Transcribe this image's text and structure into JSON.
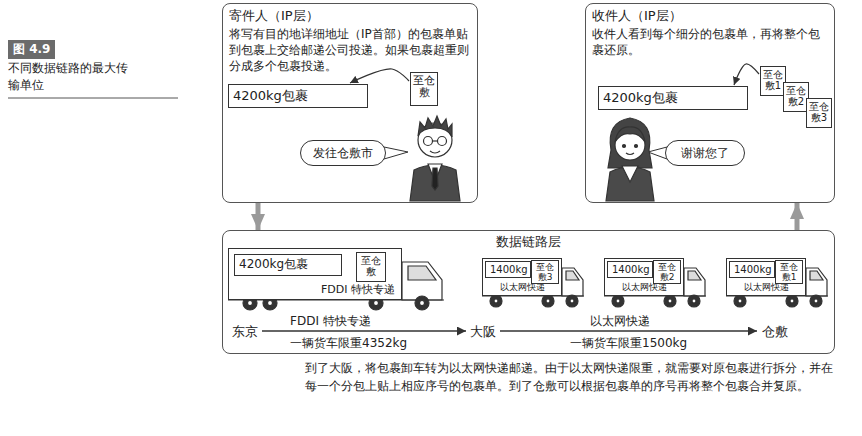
{
  "diagram": {
    "nodes": [
      {
        "text": [
          "寄件人（IP层）",
          "将写有目的地详细地址（IP首部）的包裹单贴到包裹上交给邮递公司投递。如果包裹超重则分成多个包裹投递。"
        ]
      },
      {
        "text": [
          "4200kg包裹"
        ],
        "in": 0
      },
      {
        "text": [
          "至仓敷"
        ],
        "in": 0
      },
      {
        "text": [
          "发往仓敷市"
        ],
        "in": 0
      },
      {
        "text": [
          "收件人（IP层）",
          "收件人看到每个细分的包裹单，再将整个包裹还原。"
        ]
      },
      {
        "text": [
          "4200kg包裹"
        ],
        "in": 4
      },
      {
        "text": [
          "至仓敷1"
        ],
        "in": 4
      },
      {
        "text": [
          "至仓敷2"
        ],
        "in": 4
      },
      {
        "text": [
          "至仓敷3"
        ],
        "in": 4
      },
      {
        "text": [
          "谢谢您了"
        ],
        "in": 4
      },
      {
        "text": [
          "数据链路层"
        ]
      },
      {
        "text": [
          "FDDI 特快专递"
        ],
        "in": 10
      },
      {
        "text": [
          "4200kg包裹"
        ],
        "in": 11
      },
      {
        "text": [
          "至仓敷"
        ],
        "in": 11
      },
      {
        "text": [
          "以太网快递"
        ],
        "in": 10
      },
      {
        "text": [
          "1400kg"
        ],
        "in": 14
      },
      {
        "text": [
          "至仓敷3"
        ],
        "in": 14
      },
      {
        "text": [
          "以太网快递"
        ],
        "in": 10
      },
      {
        "text": [
          "1400kg"
        ],
        "in": 17
      },
      {
        "text": [
          "至仓敷2"
        ],
        "in": 17
      },
      {
        "text": [
          "以太网快递"
        ],
        "in": 10
      },
      {
        "text": [
          "1400kg"
        ],
        "in": 20
      },
      {
        "text": [
          "至仓敷1"
        ],
        "in": 20
      }
    ],
    "edges": [
      {
        "from": 0,
        "to": 10,
        "arrow": "to"
      },
      {
        "from": 10,
        "to": 4,
        "arrow": "to"
      },
      {
        "from": 2,
        "to": 1,
        "arrow": "to"
      },
      {
        "from": 6,
        "to": 5,
        "arrow": "to"
      }
    ],
    "labels": [
      "图 4.9",
      "不同数据链路的最大传输单位",
      "东京",
      "FDDI 特快专递",
      "一辆货车限重4352kg",
      "大阪",
      "以太网快递",
      "一辆货车限重1500kg",
      "仓敷",
      "到了大阪，将包裹卸车转为以太网快递邮递。由于以太网快递限重，就需要对原包裹进行拆分，并在每一个分包上贴上相应序号的包裹单。到了仓敷可以根据包裹单的序号再将整个包裹合并复原。"
    ]
  }
}
